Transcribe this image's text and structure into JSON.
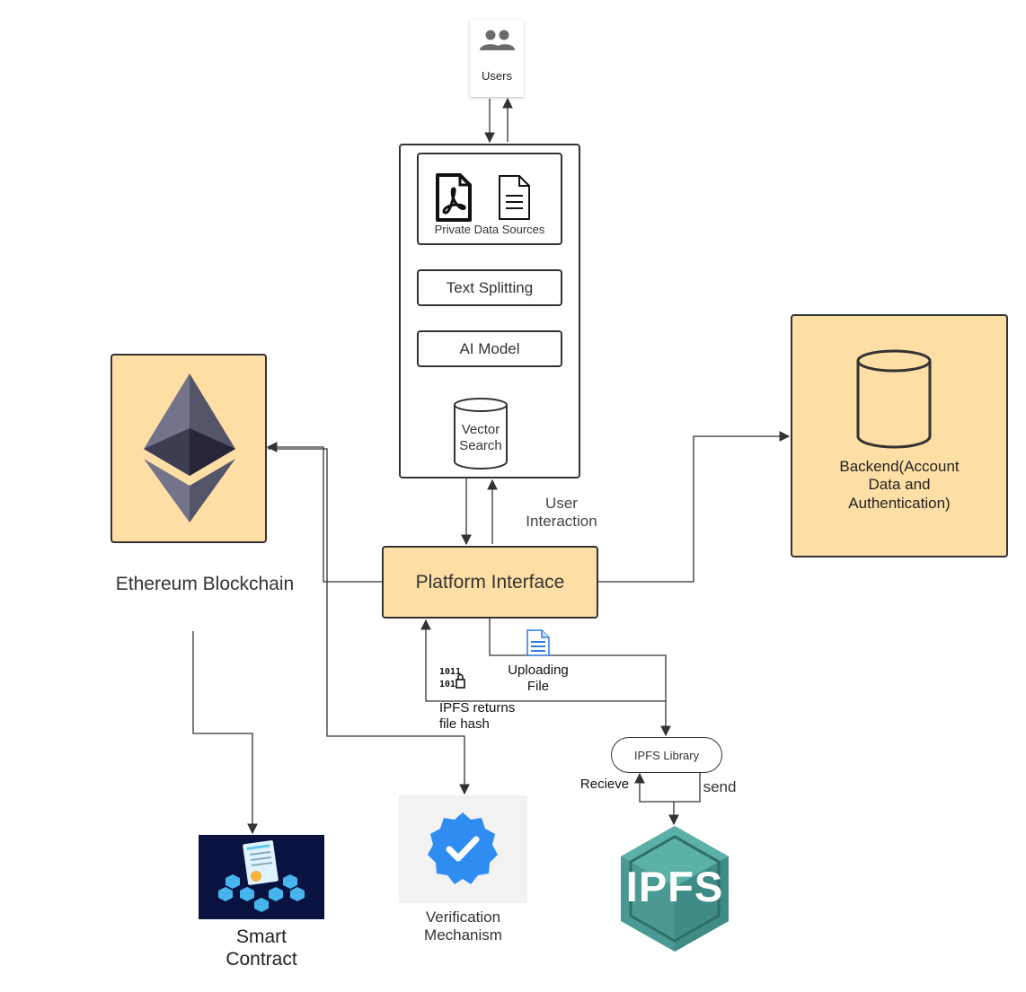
{
  "users": {
    "label": "Users",
    "icon": "users-icon"
  },
  "private_data_sources": {
    "label": "Private Data Sources",
    "icons": [
      "pdf-file-icon",
      "text-file-icon"
    ]
  },
  "text_splitting": {
    "label": "Text Splitting"
  },
  "ai_model": {
    "label": "AI Model"
  },
  "vector_search": {
    "label_line1": "Vector",
    "label_line2": "Search"
  },
  "user_interaction": {
    "line1": "User",
    "line2": "Interaction"
  },
  "platform_interface": {
    "label": "Platform Interface"
  },
  "ethereum": {
    "label": "Ethereum Blockchain",
    "icon": "ethereum-logo-icon"
  },
  "backend": {
    "line1": "Backend(Account",
    "line2": "Data and",
    "line3": "Authentication)"
  },
  "uploading_file": {
    "line1": "Uploading",
    "line2": "File",
    "icon": "document-icon"
  },
  "ipfs_returns": {
    "line1": "IPFS returns",
    "line2": "file hash",
    "icon": "binary-lock-icon"
  },
  "ipfs_library": {
    "label": "IPFS Library"
  },
  "recieve": {
    "label": "Recieve"
  },
  "send": {
    "label": "send"
  },
  "ipfs_logo": {
    "label": "IPFS"
  },
  "smart_contract": {
    "line1": "Smart",
    "line2": "Contract"
  },
  "verification": {
    "line1": "Verification",
    "line2": "Mechanism",
    "icon": "verified-badge-icon"
  },
  "colors": {
    "orange_fill": "#fddfa6",
    "stroke": "#333333",
    "ipfs_teal": "#4a9a93",
    "verify_blue": "#2f8cf0",
    "contract_navy": "#0a1340"
  }
}
